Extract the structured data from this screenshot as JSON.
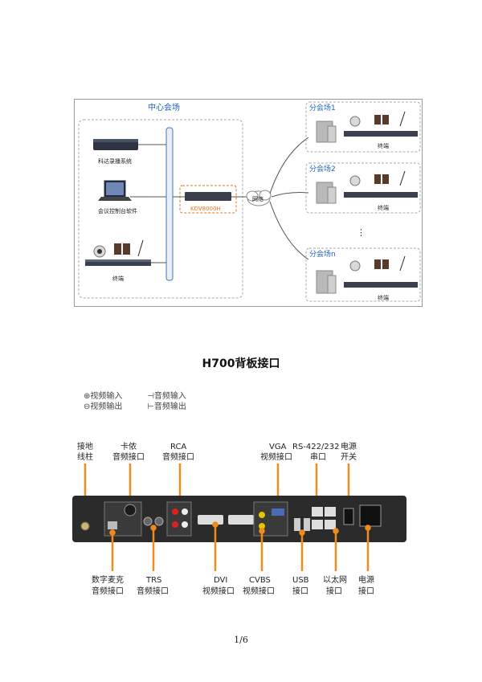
{
  "network": {
    "center_label": "中心会场",
    "recording_label": "科达录播系统",
    "control_label": "会议控制台软件",
    "center_terminal_label": "终端",
    "mcu_label": "KDV8000H",
    "network_label": "网络",
    "ellipsis": "⋮",
    "branches": [
      {
        "label": "分会场1",
        "terminal_label": "终端"
      },
      {
        "label": "分会场2",
        "terminal_label": "终端"
      },
      {
        "label": "分会场n",
        "terminal_label": "终端"
      }
    ]
  },
  "section_title": "H700背板接口",
  "legend": {
    "video_in": "视频输入",
    "audio_in": "音频输入",
    "video_out": "视频输出",
    "audio_out": "音频输出"
  },
  "panel": {
    "top_labels": [
      {
        "line1": "接地",
        "line2": "线柱"
      },
      {
        "line1": "卡侬",
        "line2": "音频接口"
      },
      {
        "line1": "RCA",
        "line2": "音频接口"
      },
      {
        "line1": "VGA",
        "line2": "视频接口"
      },
      {
        "line1": "RS-422/232",
        "line2": "串口"
      },
      {
        "line1": "电源",
        "line2": "开关"
      }
    ],
    "bottom_labels": [
      {
        "line1": "数字麦克",
        "line2": "音频接口"
      },
      {
        "line1": "TRS",
        "line2": "音频接口"
      },
      {
        "line1": "DVI",
        "line2": "视频接口"
      },
      {
        "line1": "CVBS",
        "line2": "视频接口"
      },
      {
        "line1": "USB",
        "line2": "接口"
      },
      {
        "line1": "以太网",
        "line2": "接口"
      },
      {
        "line1": "电源",
        "line2": "接口"
      }
    ]
  },
  "page_number": "1/6",
  "colors": {
    "label_blue": "#1f5fbf",
    "mcu_orange": "#e07a1a",
    "callout_orange": "#f08a1a",
    "panel_dark": "#2b2b2b"
  }
}
